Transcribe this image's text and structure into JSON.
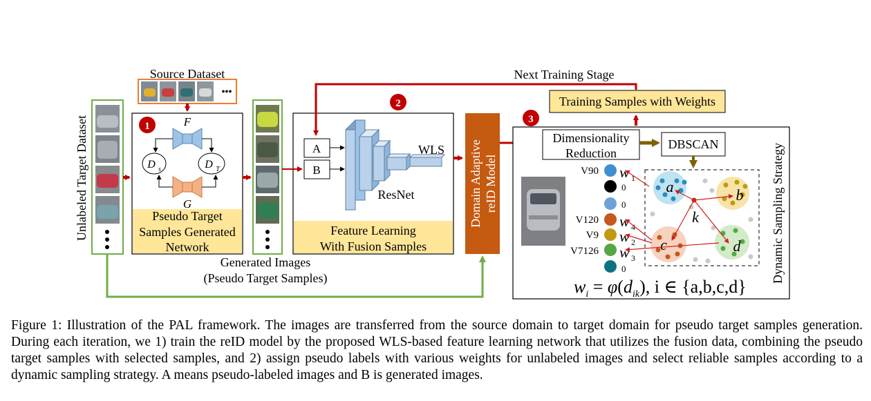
{
  "figure": {
    "source_dataset": "Source Dataset",
    "source_ellipsis": "•••",
    "unlabeled_target_dataset": "Unlabeled Target Dataset",
    "steps": [
      "1",
      "2",
      "3"
    ],
    "gan": {
      "F": "F",
      "G": "G",
      "D_s": "D",
      "D_s_sub": "s",
      "D_T": "D",
      "D_T_sub": "T",
      "title_lines": [
        "Pseudo Target",
        "Samples Generated",
        "Network"
      ]
    },
    "generated_images_lines": [
      "Generated Images",
      "(Pseudo Target Samples)"
    ],
    "feature_learning": {
      "input_a": "A",
      "input_b": "B",
      "wls": "WLS",
      "resnet": "ResNet",
      "title_lines": [
        "Feature Learning",
        "With Fusion Samples"
      ]
    },
    "reid_model_lines": [
      "Domain Adaptive",
      "reID Model"
    ],
    "next_training_stage": "Next Training Stage",
    "training_samples_with_weights": "Training Samples with Weights",
    "dimensionality_reduction_lines": [
      "Dimensionality",
      "Reduction"
    ],
    "dbscan": "DBSCAN",
    "dynamic_sampling_strategy": "Dynamic Sampling Strategy",
    "sample_list": [
      {
        "label": "V90",
        "weight": "w",
        "sub": "1",
        "color": "#3f8fd2"
      },
      {
        "label": "",
        "weight": "0",
        "sub": "",
        "color": "#000000"
      },
      {
        "label": "",
        "weight": "0",
        "sub": "",
        "color": "#6fa3d8"
      },
      {
        "label": "V120",
        "weight": "w",
        "sub": "4",
        "color": "#c5581b"
      },
      {
        "label": "V9",
        "weight": "w",
        "sub": "2",
        "color": "#c09a14"
      },
      {
        "label": "V7126",
        "weight": "w",
        "sub": "3",
        "color": "#55a744"
      },
      {
        "label": "",
        "weight": "0",
        "sub": "",
        "color": "#0f7280"
      }
    ],
    "clusters": {
      "a": "a",
      "b": "b",
      "c": "c",
      "d": "d",
      "k": "k"
    },
    "formula": {
      "w": "w",
      "i": "i",
      "eq": " = ",
      "phi": "φ",
      "d": "d",
      "ik": "ik",
      "rest": "), i ∈ {a,b,c,d}"
    },
    "colors": {
      "red_arrow": "#c00000",
      "green_line": "#70ad47",
      "orange_frame": "#ed7d31",
      "yellow_fill": "#ffe699",
      "reid_fill": "#c55a11",
      "dbscan_arrow": "#806000",
      "generator_F": "#9dc3e6",
      "generator_G": "#f4b183"
    }
  },
  "caption": "Figure 1: Illustration of the PAL framework. The images are transferred from the source domain to target domain for pseudo target samples generation. During each iteration, we 1) train the reID model by the proposed WLS-based feature learning network that utilizes the fusion data, combining the pseudo target samples with selected samples, and 2) assign pseudo labels with various weights for unlabeled images and select reliable samples according to a dynamic sampling strategy. A means pseudo-labeled images and B is generated images."
}
